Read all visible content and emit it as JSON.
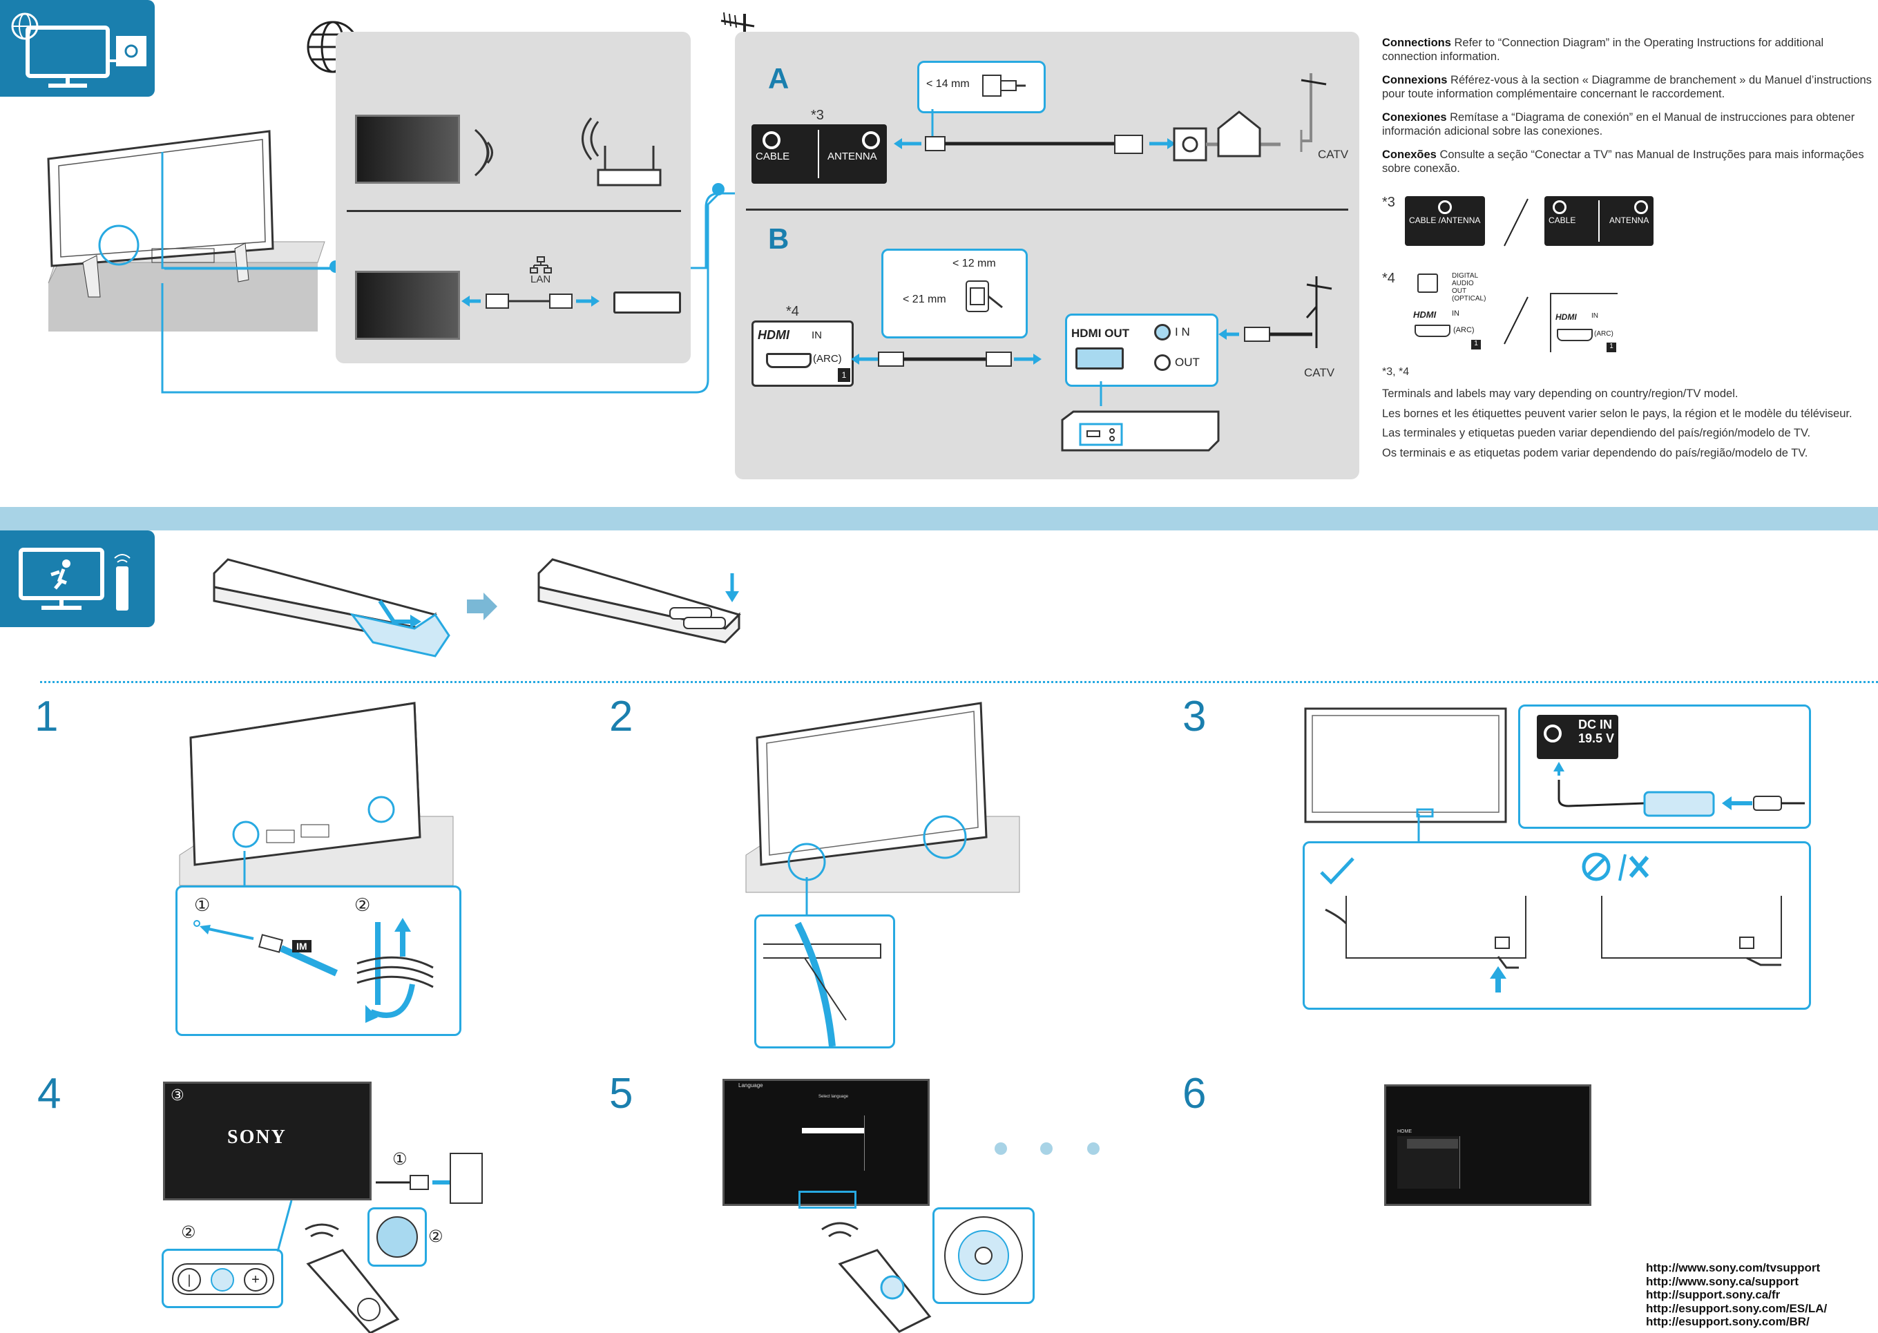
{
  "section1": {
    "connection_labels": {
      "lan": "LAN",
      "a": "A",
      "b": "B",
      "catv_a": "CATV",
      "catv_b": "CATV",
      "note3": "*3",
      "note4": "*4",
      "mm14": "< 14 mm",
      "mm12": "< 12 mm",
      "mm21": "< 21 mm"
    },
    "terminals": {
      "cable": "CABLE",
      "antenna": "ANTENNA",
      "cable_antenna": "CABLE /ANTENNA",
      "hdmi": "HDMI",
      "hdmi_in": "IN",
      "arc": "(ARC)",
      "port_num": "1",
      "hdmi_out": "HDMI OUT",
      "in": "I N",
      "out": "OUT",
      "digital_audio": [
        "DIGITAL",
        "AUDIO",
        "OUT",
        "(OPTICAL)"
      ]
    },
    "text": {
      "connections": [
        {
          "head": "Connections",
          "body": " Refer to “Connection Diagram” in the Operating Instructions for additional connection information."
        },
        {
          "head": "Connexions",
          "body": " Référez-vous à la section « Diagramme de branchement » du Manuel d’instructions pour toute information complémentaire concernant le raccordement."
        },
        {
          "head": "Conexiones",
          "body": " Remítase a “Diagrama de conexión” en el Manual de instrucciones para obtener información adicional sobre las conexiones."
        },
        {
          "head": "Conexões",
          "body": " Consulte a seção “Conectar a TV” nas Manual de Instruções para mais informações sobre conexão."
        }
      ],
      "ref3": "*3",
      "ref4": "*4",
      "ref34": "*3, *4",
      "notes": [
        "Terminals and labels may vary depending on country/region/TV model.",
        "Les bornes et les étiquettes peuvent varier selon le pays, la région et le modèle du téléviseur.",
        "Las terminales y etiquetas pueden variar dependiendo del país/región/modelo de TV.",
        "Os terminais e as etiquetas podem variar dependendo do país/região/modelo de TV."
      ]
    }
  },
  "section2": {
    "steps": [
      "1",
      "2",
      "3",
      "4",
      "5",
      "6"
    ],
    "im_label": "IM",
    "circle1": "①",
    "circle2": "②",
    "circle3": "③",
    "dc_in": "DC IN",
    "dc_volt": "19.5 V",
    "sony": "SONY",
    "menu_title": "Language",
    "menu_sub": "Select language",
    "menu_home": "HOME"
  },
  "urls": [
    "http://www.sony.com/tvsupport",
    "http://www.sony.ca/support",
    "http://support.sony.ca/fr",
    "http://esupport.sony.com/ES/LA/",
    "http://esupport.sony.com/BR/"
  ],
  "colors": {
    "accent": "#27a9e1",
    "tab": "#1a7fae",
    "band": "#a8d3e6",
    "panel": "#dddddd"
  }
}
